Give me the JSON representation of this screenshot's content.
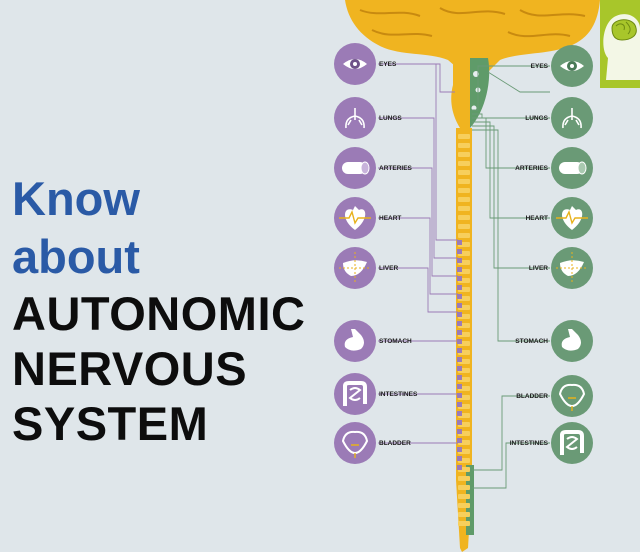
{
  "title": {
    "line1": "Know",
    "line2": "about",
    "line3": "AUTONOMIC",
    "line4": "NERVOUS",
    "line5": "SYSTEM"
  },
  "left_organs": [
    "EYES",
    "LUNGS",
    "ARTERIES",
    "HEART",
    "LIVER",
    "STOMACH",
    "INTESTINES",
    "BLADDER"
  ],
  "right_organs": [
    "EYES",
    "LUNGS",
    "ARTERIES",
    "HEART",
    "LIVER",
    "STOMACH",
    "BLADDER",
    "INTESTINES"
  ],
  "colors": {
    "background": "#dfe6ea",
    "title_blue": "#2a5aa6",
    "parasympathetic_purple": "#9b7bb6",
    "sympathetic_green": "#6a9a76",
    "brain_orange": "#f0b420",
    "spine_green": "#5f9b69",
    "brand_green": "#a8c62a"
  },
  "icons": {
    "brand": "head-brain-icon",
    "eyes": "eye-icon",
    "lungs": "lungs-icon",
    "arteries": "artery-icon",
    "heart": "heart-icon",
    "liver": "liver-icon",
    "stomach": "stomach-icon",
    "intestines": "intestines-icon",
    "bladder": "bladder-icon"
  }
}
